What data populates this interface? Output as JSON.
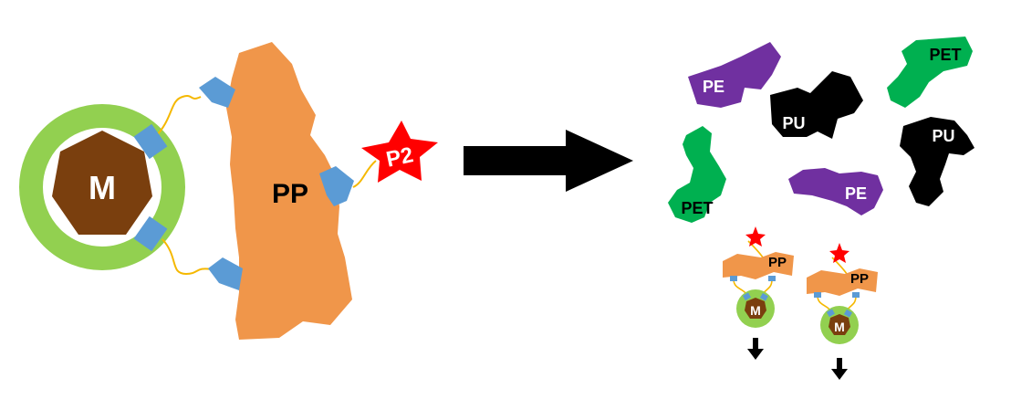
{
  "labels": {
    "magnet": "M",
    "polymer_binding_peptide": "PP",
    "peptide_p2": "P2",
    "plastic_pe": "PE",
    "plastic_pu": "PU",
    "plastic_pet": "PET"
  },
  "colors": {
    "magnet_core": "#7a3f0e",
    "magnet_ring": "#92d050",
    "peptide_body": "#f0964a",
    "anchor": "#5b9bd5",
    "linker": "#f5b800",
    "p2_star": "#ff0000",
    "pe": "#7030a0",
    "pu": "#000000",
    "pet": "#00b050",
    "arrow": "#000000"
  }
}
